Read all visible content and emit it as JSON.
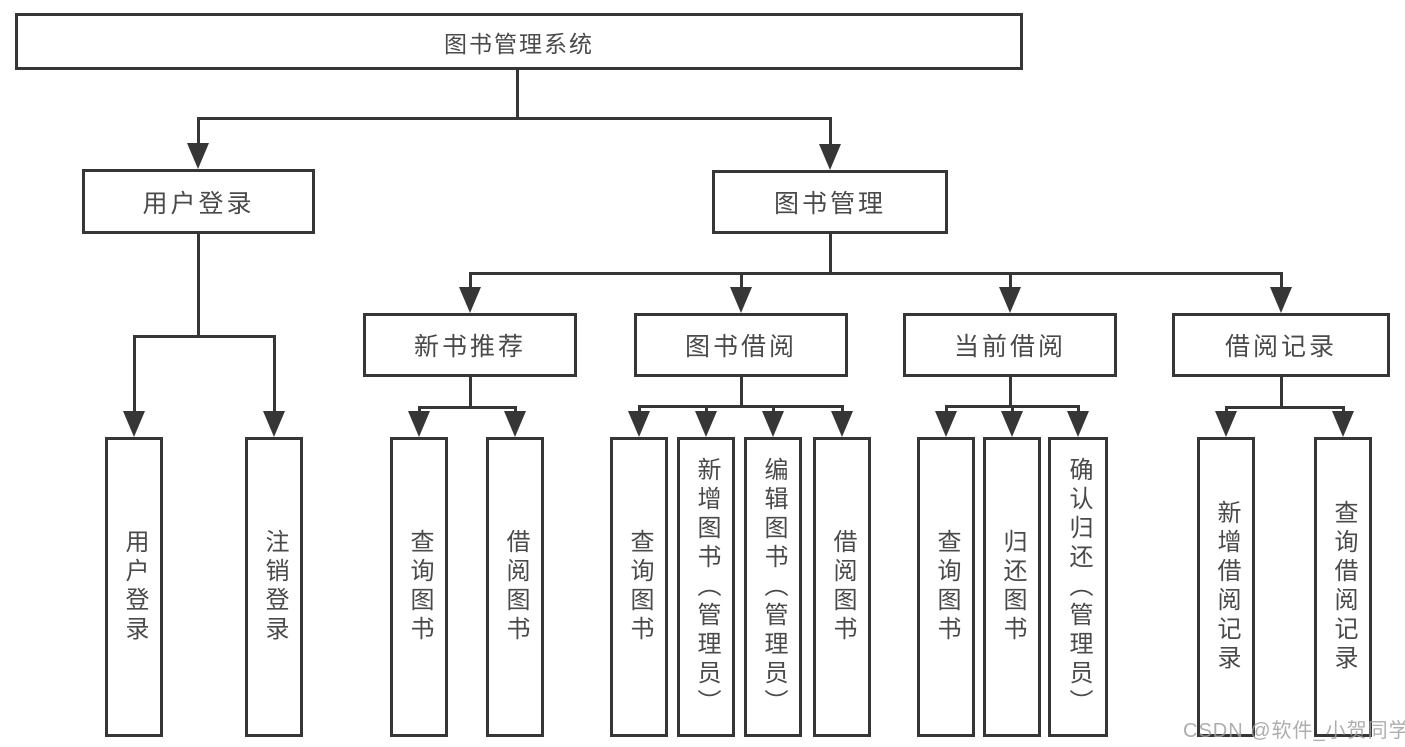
{
  "diagram": {
    "title": "图书管理系统",
    "watermark": "CSDN @软件_小贺同学",
    "colors": {
      "line": "#363636",
      "text": "#4a4a4a",
      "background": "#ffffff",
      "watermark": "#a0a0a0"
    },
    "level2": [
      {
        "label": "用户登录"
      },
      {
        "label": "图书管理"
      }
    ],
    "level3": [
      {
        "label": "新书推荐",
        "parent": "图书管理"
      },
      {
        "label": "图书借阅",
        "parent": "图书管理"
      },
      {
        "label": "当前借阅",
        "parent": "图书管理"
      },
      {
        "label": "借阅记录",
        "parent": "图书管理"
      }
    ],
    "leaves": [
      {
        "label": "用户登录",
        "parent": "用户登录"
      },
      {
        "label": "注销登录",
        "parent": "用户登录"
      },
      {
        "label": "查询图书",
        "parent": "新书推荐"
      },
      {
        "label": "借阅图书",
        "parent": "新书推荐"
      },
      {
        "label": "查询图书",
        "parent": "图书借阅"
      },
      {
        "label": "新增图书（管理员）",
        "parent": "图书借阅"
      },
      {
        "label": "编辑图书（管理员）",
        "parent": "图书借阅"
      },
      {
        "label": "借阅图书",
        "parent": "图书借阅"
      },
      {
        "label": "查询图书",
        "parent": "当前借阅"
      },
      {
        "label": "归还图书",
        "parent": "当前借阅"
      },
      {
        "label": "确认归还（管理员）",
        "parent": "当前借阅"
      },
      {
        "label": "新增借阅记录",
        "parent": "借阅记录"
      },
      {
        "label": "查询借阅记录",
        "parent": "借阅记录"
      }
    ]
  }
}
